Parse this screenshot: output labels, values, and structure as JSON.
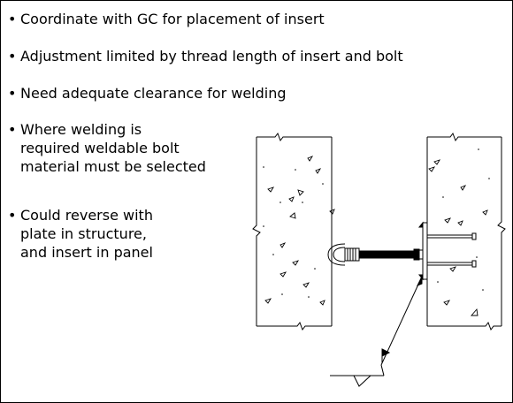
{
  "bullets": [
    {
      "marker": "•",
      "text": "Coordinate with GC for placement of insert"
    },
    {
      "marker": "•",
      "text": "Adjustment limited by thread length of insert and bolt"
    },
    {
      "marker": "•",
      "text": "Need adequate clearance for welding"
    },
    {
      "marker": "•",
      "text": "Where welding is\nrequired weldable bolt\nmaterial must be selected"
    },
    {
      "marker": "•",
      "text": "Could reverse with\nplate in structure,\nand insert in panel"
    }
  ],
  "drawing": {
    "elements": [
      "left-concrete-panel",
      "right-concrete-structure",
      "insert-loop",
      "threaded-bolt",
      "weld-plate",
      "headed-studs",
      "weld-symbol-leader"
    ],
    "colors": {
      "line": "#000000",
      "background": "#ffffff"
    }
  }
}
